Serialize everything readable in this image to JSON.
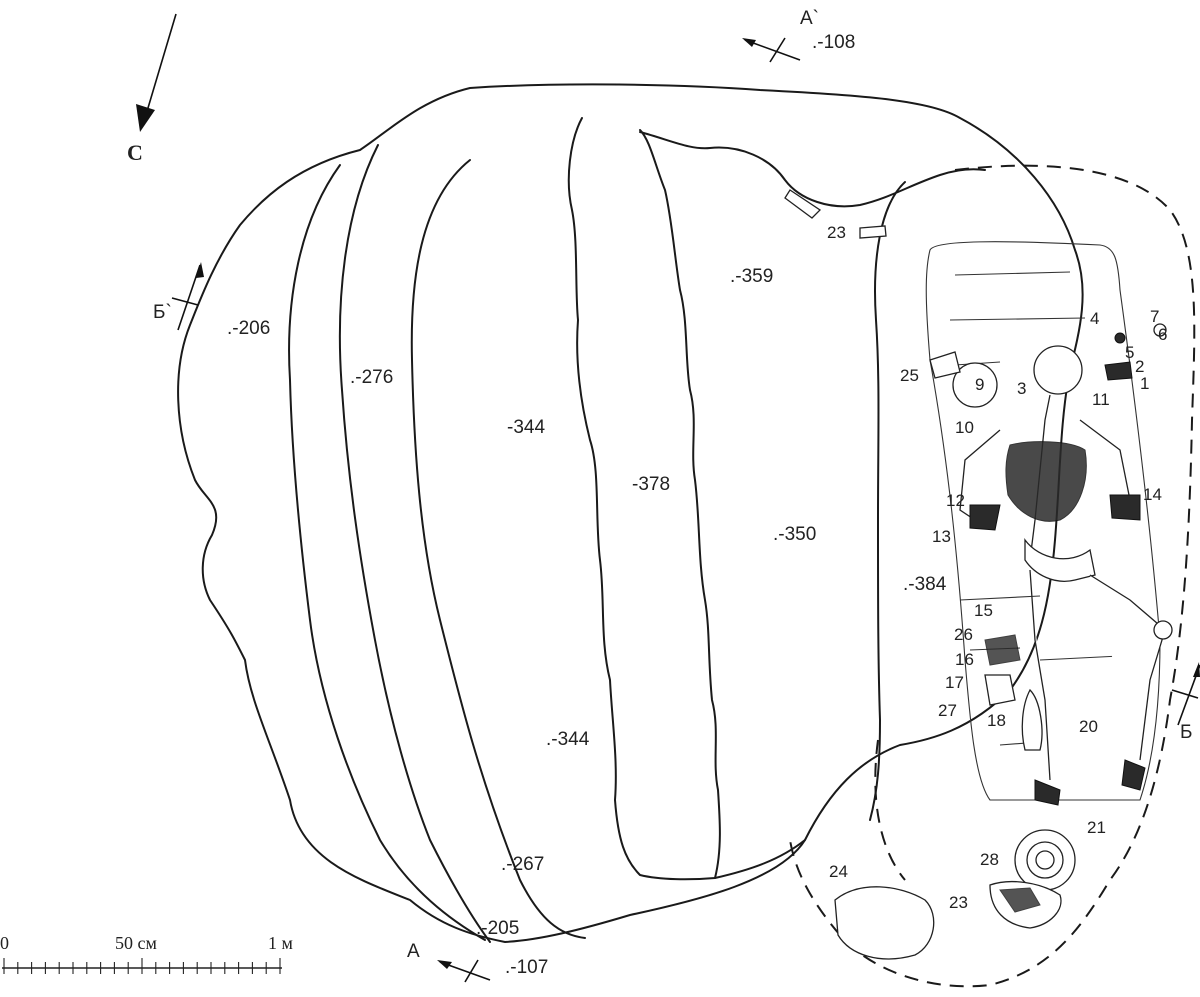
{
  "north": {
    "label": "С"
  },
  "section_marks": {
    "a_top": "А`",
    "a_bottom": "А",
    "b_left": "Б`",
    "b_right": "Б"
  },
  "elevations": {
    "e108": ".-108",
    "e107": ".-107",
    "e206": ".-206",
    "e276": ".-276",
    "e344a": "-344",
    "e378": "-378",
    "e359": ".-359",
    "e350": ".-350",
    "e384": ".-384",
    "e344b": ".-344",
    "e267": ".-267",
    "e205": ".-205"
  },
  "finds": [
    "1",
    "2",
    "3",
    "4",
    "5",
    "6",
    "7",
    "9",
    "10",
    "11",
    "12",
    "13",
    "14",
    "15",
    "16",
    "17",
    "18",
    "20",
    "21",
    "23",
    "23",
    "24",
    "25",
    "26",
    "27",
    "28"
  ],
  "scale": {
    "zero": "0",
    "half": "50 см",
    "full": "1 м"
  }
}
